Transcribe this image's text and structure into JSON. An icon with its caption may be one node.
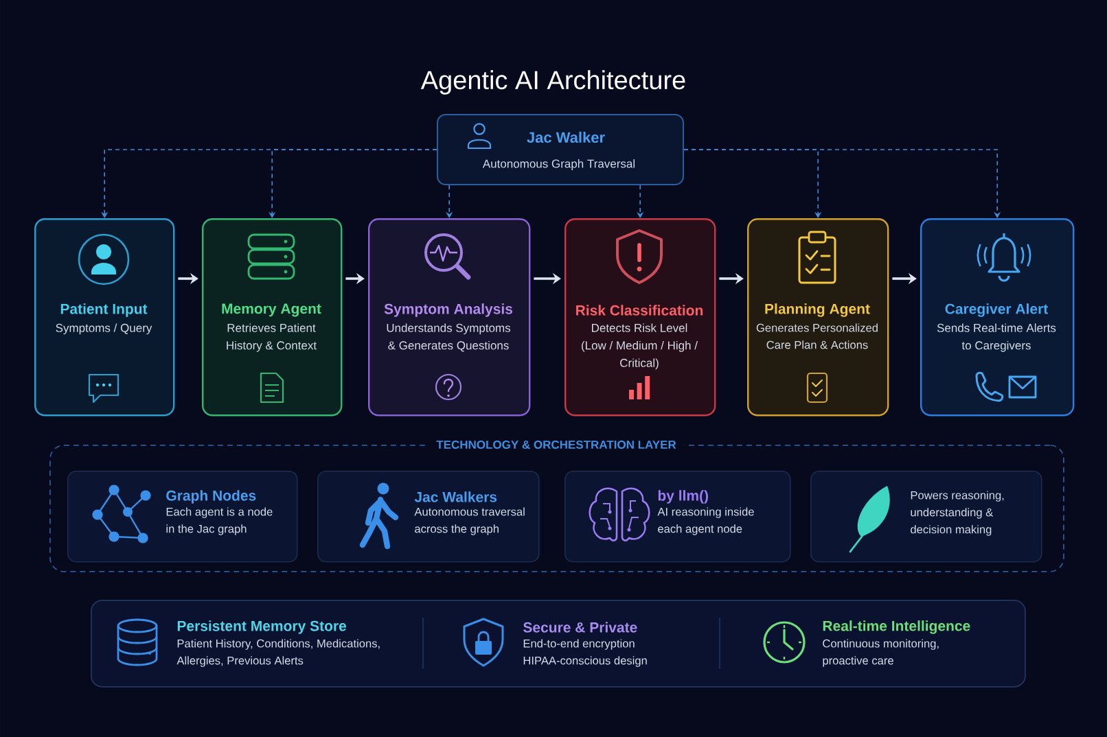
{
  "diagram": {
    "title": "Agentic AI Architecture",
    "nodes": [
      {
        "text": [
          "Jac Walker",
          "Autonomous Graph Traversal"
        ]
      },
      {
        "text": [
          "Patient Input",
          "Symptoms / Query"
        ]
      },
      {
        "text": [
          "Memory Agent",
          "Retrieves Patient History & Context"
        ]
      },
      {
        "text": [
          "Symptom Analysis",
          "Understands Symptoms & Generates Questions"
        ]
      },
      {
        "text": [
          "Risk Classification",
          "Detects Risk Level (Low / Medium / High / Critical)"
        ]
      },
      {
        "text": [
          "Planning Agent",
          "Generates Personalized Care Plan & Actions"
        ]
      },
      {
        "text": [
          "Caregiver Alert",
          "Sends Real-time Alerts to Caregivers"
        ]
      },
      {
        "text": [
          "TECHNOLOGY & ORCHESTRATION LAYER"
        ]
      },
      {
        "text": [
          "Graph Nodes",
          "Each agent is a node in the Jac graph"
        ],
        "in": 7
      },
      {
        "text": [
          "Jac Walkers",
          "Autonomous traversal across the graph"
        ],
        "in": 7
      },
      {
        "text": [
          "by llm()",
          "AI reasoning inside each agent node"
        ],
        "in": 7
      },
      {
        "text": [
          "Powers reasoning, understanding & decision making"
        ],
        "in": 7
      },
      {
        "text": [
          "Persistent Memory Store",
          "Patient History, Conditions, Medications, Allergies, Previous Alerts",
          "Secure & Private",
          "End-to-end encryption HIPAA-conscious design",
          "Real-time Intelligence",
          "Continuous monitoring, proactive care"
        ]
      }
    ],
    "edges": [
      {
        "from": 0,
        "to": 1,
        "arrow": "to",
        "style": "dashed",
        "color": "#3b8fdc"
      },
      {
        "from": 0,
        "to": 2,
        "arrow": "to",
        "style": "dashed",
        "color": "#3b8fdc"
      },
      {
        "from": 0,
        "to": 3,
        "arrow": "to",
        "style": "dashed",
        "color": "#3b8fdc"
      },
      {
        "from": 0,
        "to": 4,
        "arrow": "to",
        "style": "dashed",
        "color": "#3b8fdc"
      },
      {
        "from": 0,
        "to": 5,
        "arrow": "to",
        "style": "dashed",
        "color": "#3b8fdc"
      },
      {
        "from": 0,
        "to": 6,
        "arrow": "to",
        "style": "dashed",
        "color": "#3b8fdc"
      },
      {
        "from": 1,
        "to": 2,
        "arrow": "to",
        "color": "#dde6f0"
      },
      {
        "from": 2,
        "to": 3,
        "arrow": "to",
        "color": "#dde6f0"
      },
      {
        "from": 3,
        "to": 4,
        "arrow": "to",
        "color": "#dde6f0"
      },
      {
        "from": 4,
        "to": 5,
        "arrow": "to",
        "color": "#dde6f0"
      },
      {
        "from": 5,
        "to": 6,
        "arrow": "to",
        "color": "#dde6f0"
      }
    ]
  }
}
